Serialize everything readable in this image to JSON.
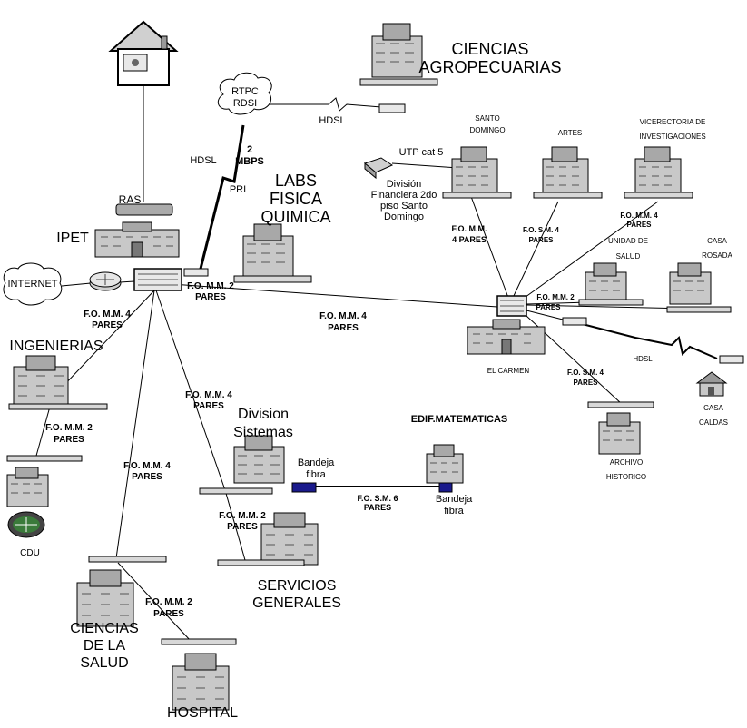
{
  "colors": {
    "ink": "#000000",
    "building_fill": "#c8c8c8",
    "building_dark": "#7a7a7a",
    "fiber_tray": "#1a1a8c",
    "background": "#ffffff"
  },
  "labels": {
    "ciencias_agro": [
      "CIENCIAS",
      "AGROPECUARIAS"
    ],
    "rtpc": [
      "RTPC",
      "RDSI"
    ],
    "hdsl_top": "HDSL",
    "hdsl_left": "HDSL",
    "two_mbps": [
      "2",
      "MBPS"
    ],
    "pri": "PRI",
    "ras": "RAS",
    "ipet": "IPET",
    "internet": "INTERNET",
    "labs": [
      "LABS",
      "FISICA",
      "QUIMICA"
    ],
    "santo_domingo": [
      "SANTO",
      "DOMINGO"
    ],
    "artes": "ARTES",
    "vicerrectoria": [
      "VICERECTORIA DE",
      "INVESTIGACIONES"
    ],
    "utp": "UTP cat 5",
    "division_financiera": [
      "División",
      "Financiera 2do",
      "piso Santo",
      "Domingo"
    ],
    "fomm4_sd": [
      "F.O. M.M.",
      "4 PARES"
    ],
    "fosm4_artes": [
      "F.O. S.M. 4",
      "PARES"
    ],
    "fomm4_vic": [
      "F.O. M.M. 4",
      "PARES"
    ],
    "unidad_salud": [
      "UNIDAD DE",
      "SALUD"
    ],
    "casa_rosada": [
      "CASA",
      "ROSADA"
    ],
    "fomm2_cr": [
      "F.O. M.M. 2",
      "PARES"
    ],
    "fomm2_ipet": [
      "F.O. M.M. 2",
      "PARES"
    ],
    "fomm4_carmen": [
      "F.O. M.M. 4",
      "PARES"
    ],
    "fomm4_ing": [
      "F.O. M.M. 4",
      "PARES"
    ],
    "ingenierias": "INGENIERIAS",
    "el_carmen": "EL CARMEN",
    "hdsl_right": "HDSL",
    "fosm4_arch": [
      "F.O. S.M. 4",
      "PARES"
    ],
    "casa_caldas": [
      "CASA",
      "CALDAS"
    ],
    "archivo": [
      "ARCHIVO",
      "HISTORICO"
    ],
    "fomm2_cdu": [
      "F.O. M.M. 2",
      "PARES"
    ],
    "cdu": "CDU",
    "fomm4_div": [
      "F.O. M.M. 4",
      "PARES"
    ],
    "division_sistemas": [
      "Division",
      "Sistemas"
    ],
    "edif_mat": "EDIF.MATEMATICAS",
    "bandeja_left": [
      "Bandeja",
      "fibra"
    ],
    "bandeja_right": [
      "Bandeja",
      "fibra"
    ],
    "fosm6": [
      "F.O. S.M. 6",
      "PARES"
    ],
    "fomm4_salud": [
      "F.O. M.M. 4",
      "PARES"
    ],
    "fomm2_serv": [
      "F.O. M.M. 2",
      "PARES"
    ],
    "servicios": [
      "SERVICIOS",
      "GENERALES"
    ],
    "fomm2_hosp": [
      "F.O. M.M. 2",
      "PARES"
    ],
    "ciencias_salud": [
      "CIENCIAS",
      "DE LA",
      "SALUD"
    ],
    "hospital": "HOSPITAL"
  }
}
